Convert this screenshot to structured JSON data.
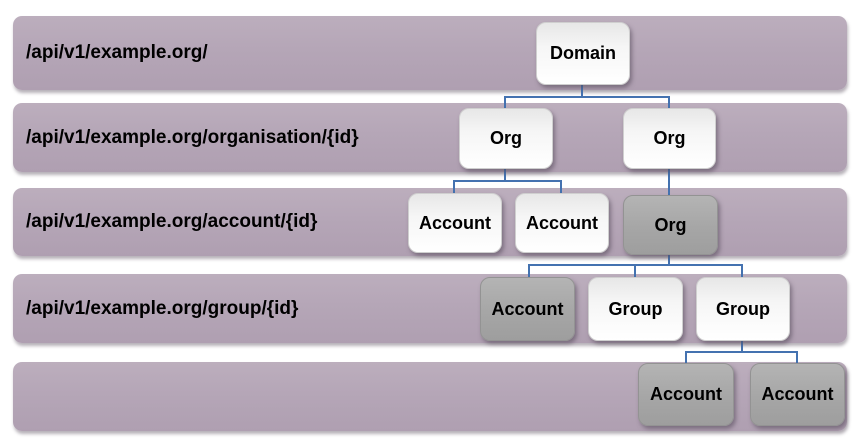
{
  "diagram": {
    "type": "tree",
    "description_rows": [
      {
        "path": "/api/v1/example.org/"
      },
      {
        "path": "/api/v1/example.org/organisation/{id}"
      },
      {
        "path": "/api/v1/example.org/account/{id}"
      },
      {
        "path": "/api/v1/example.org/group/{id}"
      },
      {
        "path": ""
      }
    ],
    "nodes": [
      {
        "id": "domain",
        "label": "Domain",
        "variant": "white",
        "row": 0
      },
      {
        "id": "org-left",
        "label": "Org",
        "variant": "white",
        "row": 1
      },
      {
        "id": "org-right",
        "label": "Org",
        "variant": "white",
        "row": 1
      },
      {
        "id": "account-left-1",
        "label": "Account",
        "variant": "white",
        "row": 2
      },
      {
        "id": "account-left-2",
        "label": "Account",
        "variant": "white",
        "row": 2
      },
      {
        "id": "org-gray",
        "label": "Org",
        "variant": "gray",
        "row": 2
      },
      {
        "id": "account-gray",
        "label": "Account",
        "variant": "gray",
        "row": 3
      },
      {
        "id": "group-1",
        "label": "Group",
        "variant": "white",
        "row": 3
      },
      {
        "id": "group-2",
        "label": "Group",
        "variant": "white",
        "row": 3
      },
      {
        "id": "account-bottom-1",
        "label": "Account",
        "variant": "gray",
        "row": 4
      },
      {
        "id": "account-bottom-2",
        "label": "Account",
        "variant": "gray",
        "row": 4
      }
    ],
    "edges": [
      {
        "from": "domain",
        "to": "org-left"
      },
      {
        "from": "domain",
        "to": "org-right"
      },
      {
        "from": "org-left",
        "to": "account-left-1"
      },
      {
        "from": "org-left",
        "to": "account-left-2"
      },
      {
        "from": "org-right",
        "to": "org-gray"
      },
      {
        "from": "org-gray",
        "to": "account-gray"
      },
      {
        "from": "org-gray",
        "to": "group-1"
      },
      {
        "from": "org-gray",
        "to": "group-2"
      },
      {
        "from": "group-2",
        "to": "account-bottom-1"
      },
      {
        "from": "group-2",
        "to": "account-bottom-2"
      }
    ],
    "colors": {
      "band_fill": "#b5a6b7",
      "node_white_fill": "#ffffff",
      "node_gray_fill": "#a6a6a6",
      "connector": "#4472b0",
      "text": "#000000",
      "background": "#ffffff"
    }
  }
}
